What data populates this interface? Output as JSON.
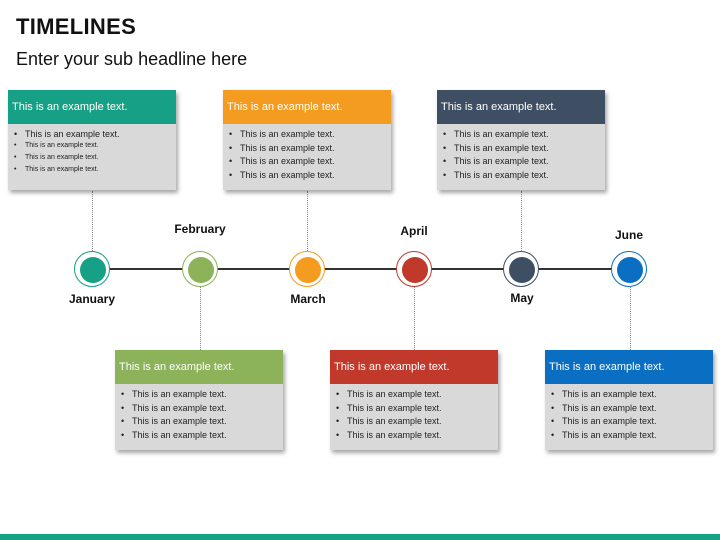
{
  "title": "TIMELINES",
  "subtitle": "Enter your sub headline here",
  "colors": {
    "teal": "#16a085",
    "green": "#8cb35a",
    "orange": "#f39c1f",
    "red": "#c0392b",
    "navy": "#3f4f63",
    "blue": "#0a6fc2",
    "line": "#333333",
    "card_body": "#d9d9d9"
  },
  "months": [
    "January",
    "February",
    "March",
    "April",
    "May",
    "June"
  ],
  "cards": [
    {
      "header": "This is an example text.",
      "bullets": [
        "This is an example text.",
        "This is an example text.",
        "This is an example text.",
        "This is an example text."
      ]
    },
    {
      "header": "This is an example text.",
      "bullets": [
        "This is an example text.",
        "This is an example text.",
        "This is an example text.",
        "This is an example text."
      ]
    },
    {
      "header": "This is an example text.",
      "bullets": [
        "This is an example text.",
        "This is an example text.",
        "This is an example text.",
        "This is an example text."
      ]
    },
    {
      "header": "This is an example text.",
      "bullets": [
        "This is an example text.",
        "This is an example text.",
        "This is an example text.",
        "This is an example text."
      ]
    },
    {
      "header": "This is an example text.",
      "bullets": [
        "This is an example text.",
        "This is an example text.",
        "This is an example text.",
        "This is an example text."
      ]
    },
    {
      "header": "This is an example text.",
      "bullets": [
        "This is an example text.",
        "This is an example text.",
        "This is an example text.",
        "This is an example text."
      ]
    }
  ]
}
